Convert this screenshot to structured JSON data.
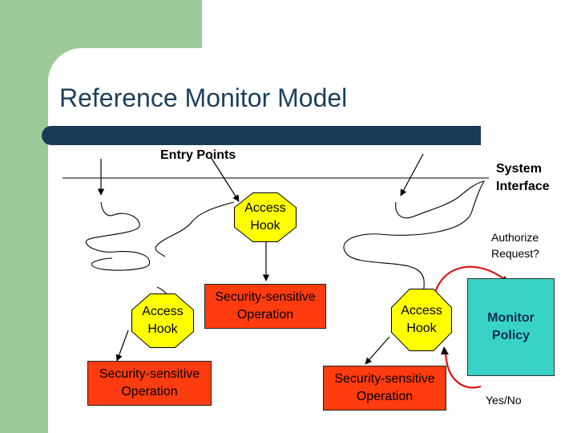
{
  "title": "Reference Monitor Model",
  "labels": {
    "entry_points": "Entry Points",
    "system_interface_1": "System",
    "system_interface_2": "Interface",
    "authorize_1": "Authorize",
    "authorize_2": "Request?",
    "yes_no": "Yes/No"
  },
  "hooks": {
    "top": [
      "Access",
      "Hook"
    ],
    "left": [
      "Access",
      "Hook"
    ],
    "right": [
      "Access",
      "Hook"
    ]
  },
  "operations": {
    "middle": [
      "Security-sensitive",
      "Operation"
    ],
    "left": [
      "Security-sensitive",
      "Operation"
    ],
    "right": [
      "Security-sensitive",
      "Operation"
    ]
  },
  "monitor": [
    "Monitor",
    "Policy"
  ],
  "colors": {
    "accent_green": "#9ec99a",
    "title_bar": "#1a3a56",
    "hook_fill": "#ffff00",
    "operation_fill": "#ff3b10",
    "monitor_fill": "#38d3c6",
    "request_arrow": "#e01010"
  }
}
